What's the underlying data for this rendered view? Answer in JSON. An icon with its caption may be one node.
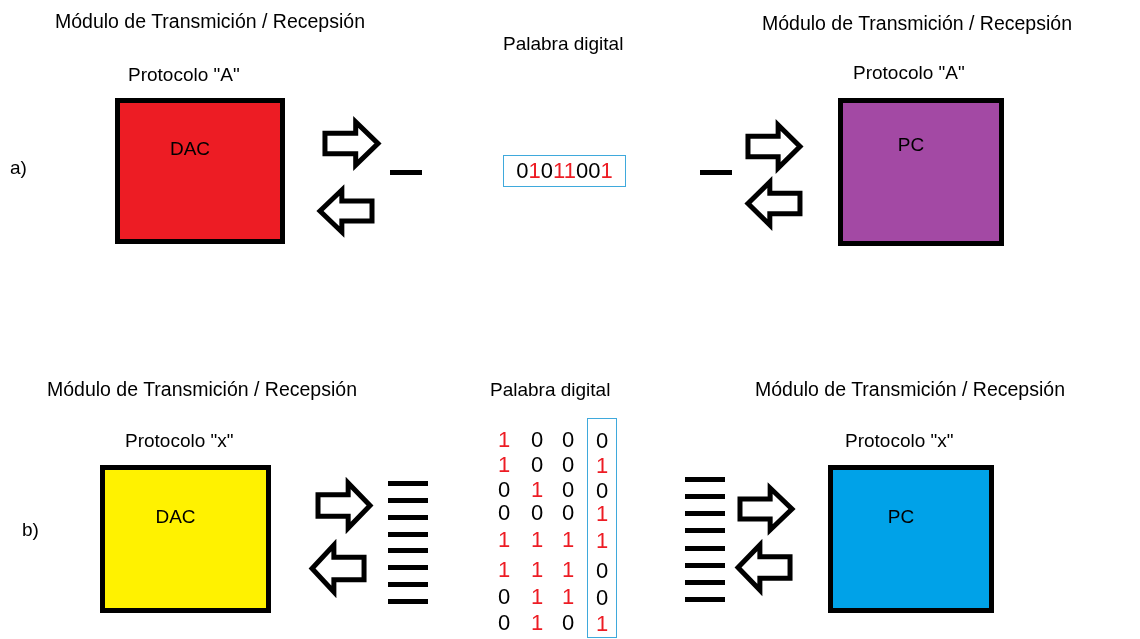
{
  "diagram": {
    "nodes": [
      {
        "text": [
          "DAC"
        ],
        "beside": [
          "Módulo de Transmición / Recepsión",
          "Protocolo  \"A\""
        ]
      },
      {
        "text": [],
        "shape": "bar"
      },
      {
        "text": [
          "01011001"
        ]
      },
      {
        "text": [],
        "shape": "bar"
      },
      {
        "text": [
          "PC"
        ],
        "beside": [
          "Módulo de Transmición / Recepsión",
          "Protocolo  \"A\""
        ]
      },
      {
        "text": [
          "DAC"
        ],
        "beside": [
          "Módulo de Transmición / Recepsión",
          "Protocolo \"x\""
        ]
      },
      {
        "text": [],
        "shape": "bar"
      },
      {
        "text": [
          "0",
          "1",
          "0",
          "1",
          "1",
          "0",
          "0",
          "1"
        ]
      },
      {
        "text": [],
        "shape": "bar"
      },
      {
        "text": [
          "PC"
        ],
        "beside": [
          "Módulo de Transmición / Recepsión",
          "Protocolo \"x\""
        ]
      }
    ],
    "edges": [
      {
        "from": 0,
        "to": 1,
        "arrow": "to"
      },
      {
        "from": 1,
        "to": 0,
        "arrow": "to"
      },
      {
        "from": 3,
        "to": 4,
        "arrow": "to"
      },
      {
        "from": 4,
        "to": 3,
        "arrow": "to"
      },
      {
        "from": 5,
        "to": 6,
        "arrow": "to"
      },
      {
        "from": 6,
        "to": 5,
        "arrow": "to"
      },
      {
        "from": 8,
        "to": 9,
        "arrow": "to"
      },
      {
        "from": 9,
        "to": 8,
        "arrow": "to"
      }
    ],
    "labels": [
      "a)",
      "Palabra digital",
      "b)",
      "Palabra digital",
      "1",
      "0",
      "0",
      "1",
      "0",
      "0",
      "0",
      "1",
      "0",
      "0",
      "0",
      "0",
      "1",
      "1",
      "1",
      "1",
      "1",
      "1",
      "0",
      "1",
      "1",
      "0",
      "1",
      "0"
    ]
  }
}
